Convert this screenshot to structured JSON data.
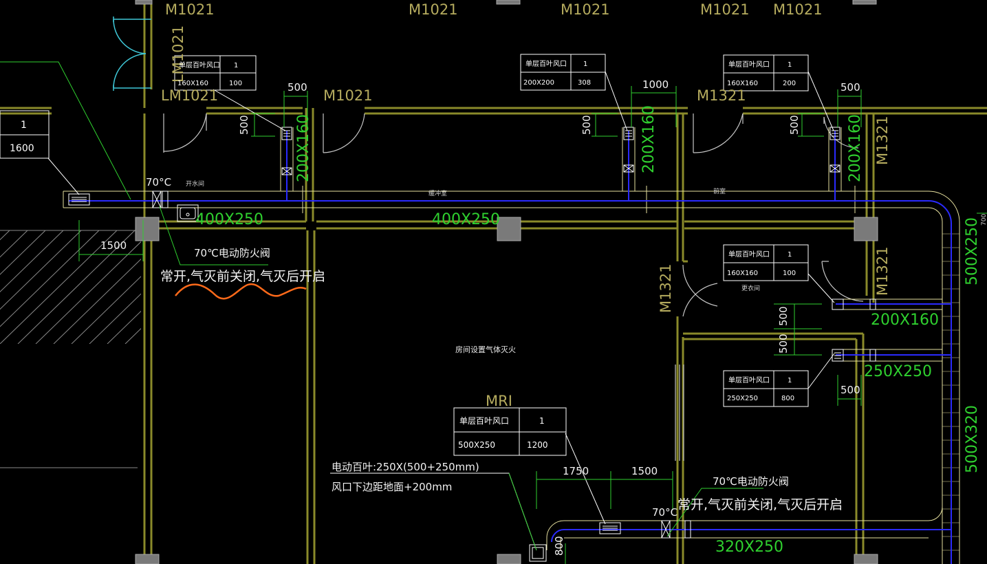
{
  "door_labels": [
    "M1021",
    "M1021",
    "M1021",
    "M1021",
    "M1021",
    "M1021",
    "M1321",
    "M1321",
    "M1321",
    "M1321",
    "LM1021",
    "LM1021"
  ],
  "duct_sizes": {
    "main_left": "400X250",
    "main_mid": "400X250",
    "riser_a": "200X160",
    "riser_b": "200X160",
    "riser_c": "200X160",
    "right_vertical_top": "500X250",
    "right_vertical_bottom": "500X320",
    "branch_1": "200X160",
    "branch_2": "250X250",
    "bottom": "320X250"
  },
  "dims": {
    "d500_a": "500",
    "d500_b": "500",
    "d500_c": "500",
    "d500_d": "500",
    "d500_e": "500",
    "d500_f": "500",
    "d500_g": "500",
    "d500_h": "500",
    "d1000": "1000",
    "d1500_left": "1500",
    "d1750": "1750",
    "d1500_bottom": "1500",
    "d800": "800",
    "d700": "700"
  },
  "tables": [
    {
      "name": "table-a",
      "r1c1": "单层百叶风口",
      "r1c2": "1",
      "r2c1": "160X160",
      "r2c2": "100"
    },
    {
      "name": "table-b",
      "r1c1": "单层百叶风口",
      "r1c2": "1",
      "r2c1": "200X200",
      "r2c2": "308"
    },
    {
      "name": "table-c",
      "r1c1": "单层百叶风口",
      "r1c2": "1",
      "r2c1": "160X160",
      "r2c2": "200"
    },
    {
      "name": "table-d",
      "r1c1": "单层百叶风口",
      "r1c2": "1",
      "r2c1": "160X160",
      "r2c2": "100"
    },
    {
      "name": "table-e",
      "r1c1": "单层百叶风口",
      "r1c2": "1",
      "r2c1": "250X250",
      "r2c2": "800"
    },
    {
      "name": "table-f",
      "r1c1": "单层百叶风口",
      "r1c2": "1",
      "r2c1": "500X250",
      "r2c2": "1200"
    },
    {
      "name": "table-left",
      "r1c1": "1",
      "r2c1": "1600"
    }
  ],
  "notes": {
    "damper_temp_left": "70°C",
    "damper_name_left": "70℃电动防火阀",
    "damper_desc_left": "常开,气灭前关闭,气灭后开启",
    "damper_temp_bottom": "70°C",
    "damper_name_bottom": "70℃电动防火阀",
    "damper_desc_bottom": "常开,气灭前关闭,气灭后开启",
    "gas_fire": "房间设置气体灭火",
    "room_mri": "MRI",
    "louver_1": "电动百叶:250X(500+250mm)",
    "louver_2": "风口下边距地面+200mm",
    "small_1": "开水间",
    "small_2": "缓冲室",
    "small_3": "前室",
    "small_4": "更衣间"
  },
  "colors": {
    "wall": "#8a8a2a",
    "duct_outline": "#e8e2a0",
    "duct_center": "#2a2aff",
    "dimension": "#2fd02f",
    "leader": "#ffffff",
    "door": "#c8c8c8",
    "column": "#7a7a7a",
    "revision_mark": "#ff6a1a",
    "glass_door": "#3fc8d8"
  }
}
